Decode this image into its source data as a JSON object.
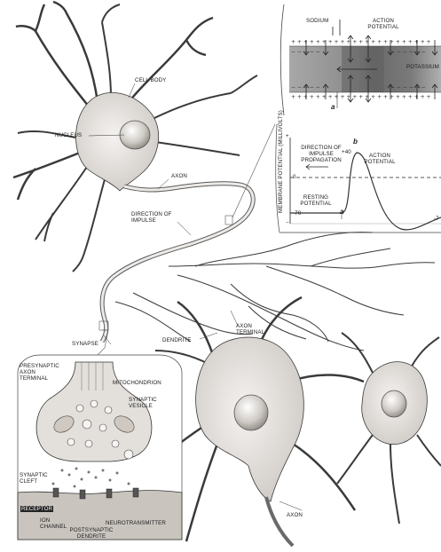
{
  "labels": {
    "cell_body": "CELL BODY",
    "nucleus": "NUCLEUS",
    "axon_main": "AXON",
    "direction_of_impulse": "DIRECTION OF IMPULSE",
    "synapse": "SYNAPSE",
    "dendrite": "DENDRITE",
    "axon_terminal": "AXON TERMINAL",
    "axon_lower": "AXON"
  },
  "membrane_inset": {
    "sodium": "SODIUM",
    "action_potential": "ACTION POTENTIAL",
    "potassium": "POTASSIUM",
    "marker_a": "a"
  },
  "graph_inset": {
    "y_axis_label": "MEMBRANE POTENTIAL (MILLIVOLTS)",
    "direction_of_impulse_propagation": "DIRECTION OF IMPULSE PROPAGATION",
    "action_potential": "ACTION POTENTIAL",
    "resting_potential": "RESTING POTENTIAL",
    "tick_plus40": "+40",
    "tick_zero": "0",
    "tick_minus70": "-70",
    "tick_minus70_right": "-7",
    "plus_sign": "+",
    "minus_sign": "−",
    "marker_a": "a",
    "marker_b": "b"
  },
  "synapse_inset": {
    "presynaptic_axon_terminal": "PRESYNAPTIC AXON TERMINAL",
    "mitochondrion": "MITOCHONDRION",
    "synaptic_vesicle": "SYNAPTIC VESICLE",
    "synaptic_cleft": "SYNAPTIC CLEFT",
    "receptor": "RECEPTOR",
    "ion_channel": "ION CHANNEL",
    "neurotransmitter": "NEUROTRANSMITTER",
    "postsynaptic_dendrite": "POSTSYNAPTIC DENDRITE"
  },
  "colors": {
    "ink": "#2a2a2a",
    "cell_fill": "#e9e6e3",
    "membrane_band": "#9a9a9a",
    "membrane_dark": "#5a5a5a",
    "inset_border": "#444444"
  }
}
